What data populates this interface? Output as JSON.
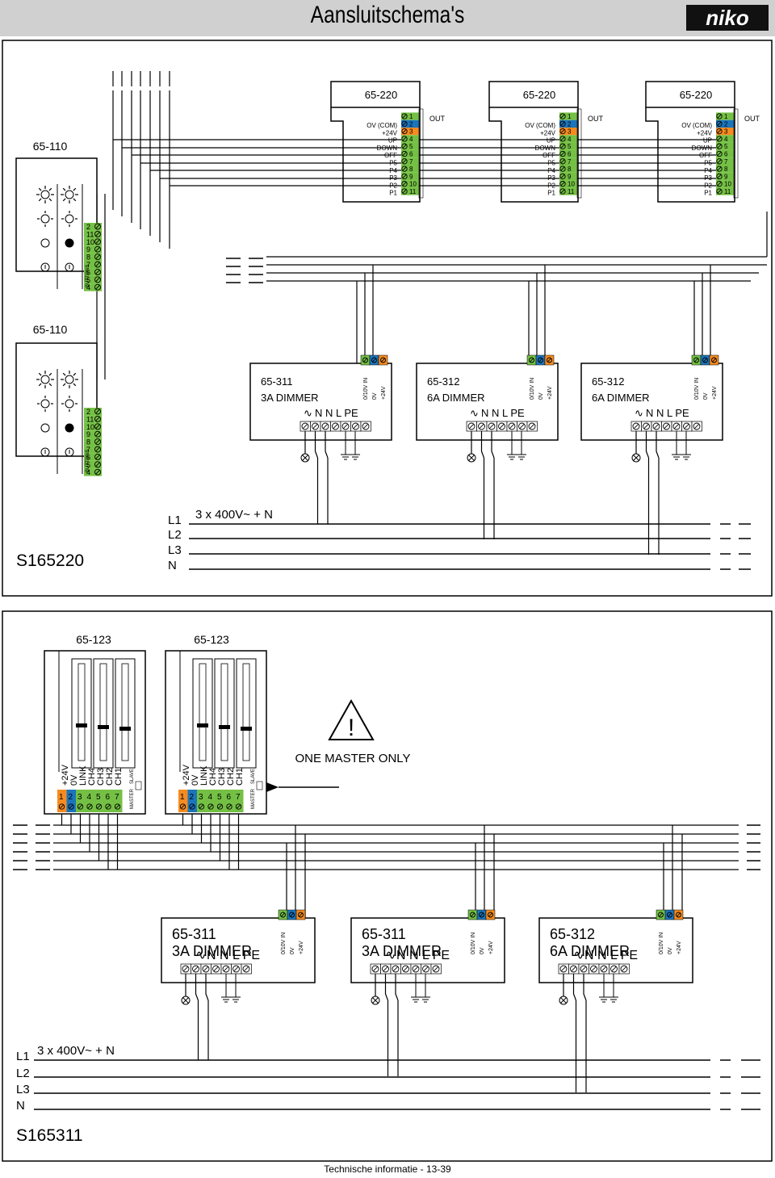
{
  "title": "Aansluitschema's",
  "brand": "niko",
  "footer": "Technische informatie - 13-39",
  "colors": {
    "green": "#74c044",
    "blue": "#1b75bc",
    "orange": "#f68b1f",
    "band": "#d0d0d0"
  },
  "section1": {
    "code": "S165220",
    "button_module_1": "65-110",
    "button_module_2": "65-110",
    "buttons_label": "BUTTONS",
    "button_terminals": [
      "2",
      "11",
      "10",
      "9",
      "8",
      "7",
      "6",
      "5",
      "4"
    ],
    "motor_module": "65-220",
    "motor_labels": [
      "OV (COM)",
      "+24V",
      "UP",
      "DOWN",
      "OFF",
      "P5",
      "P4",
      "P3",
      "P2",
      "P1"
    ],
    "motor_terminals": [
      "1",
      "2",
      "3",
      "4",
      "5",
      "6",
      "7",
      "8",
      "9",
      "10",
      "11"
    ],
    "out_label": "OUT",
    "dimmers": [
      {
        "model": "65-311",
        "type": "3A DIMMER"
      },
      {
        "model": "65-312",
        "type": "6A DIMMER"
      },
      {
        "model": "65-312",
        "type": "6A DIMMER"
      }
    ],
    "mains_label": "3 x 400V~ + N",
    "phases": [
      "L1",
      "L2",
      "L3",
      "N"
    ]
  },
  "dimmer_terminals": "N N L  PE",
  "dimmer_inputs": [
    "0/10V IN",
    "0V",
    "+24V"
  ],
  "section2": {
    "code": "S165311",
    "controllers": [
      "65-123",
      "65-123"
    ],
    "controller_labels": [
      "+24V",
      "0V",
      "LINK",
      "CH4",
      "CH3",
      "CH2",
      "CH1"
    ],
    "controller_terminals": [
      "1",
      "2",
      "3",
      "4",
      "5",
      "6",
      "7"
    ],
    "master_label": "MASTER",
    "slave_label": "SLAVE",
    "warning_symbol": "!",
    "warning_text": "ONE MASTER ONLY",
    "dimmers": [
      {
        "model": "65-311",
        "type": "3A  DIMMER"
      },
      {
        "model": "65-311",
        "type": "3A  DIMMER"
      },
      {
        "model": "65-312",
        "type": "6A  DIMMER"
      }
    ],
    "mains_label": "3 x 400V~ + N",
    "phases": [
      "L1",
      "L2",
      "L3",
      "N"
    ]
  }
}
